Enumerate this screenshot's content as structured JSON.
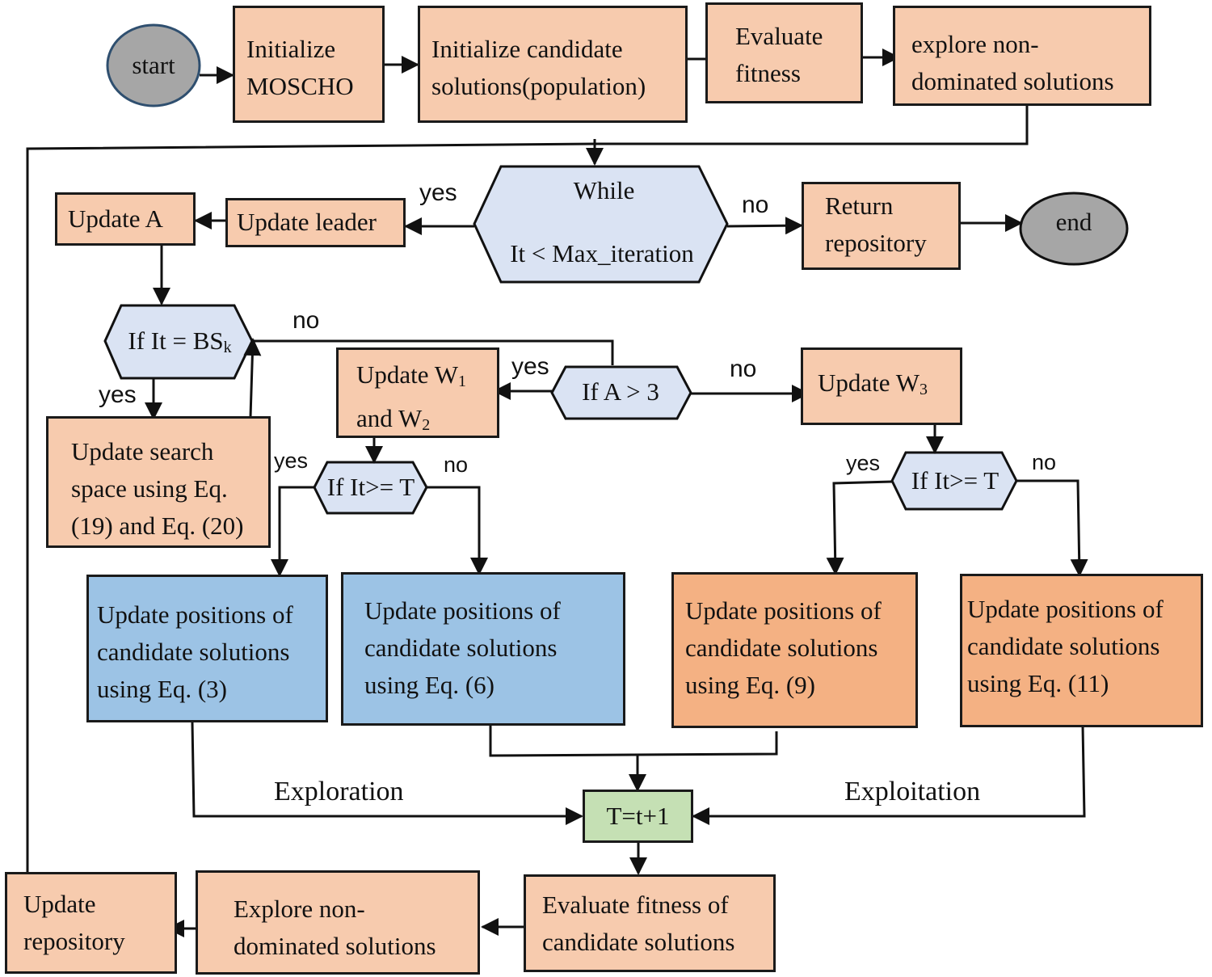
{
  "nodes": {
    "start": "start",
    "end": "end",
    "init_moscho": "Initialize\nMOSCHO",
    "init_candidates": "Initialize candidate\nsolutions(population)",
    "evaluate_fitness": "Evaluate\nfitness",
    "explore_nondominated_top": "explore non-\ndominated solutions",
    "while_line1": "While",
    "while_line2": "It < Max_iteration",
    "return_repository": "Return\nrepository",
    "update_leader": "Update leader",
    "update_a": "Update A",
    "if_bs_prefix": "If It = BS",
    "if_bs_sub": "k",
    "update_search_space": "Update search\nspace using Eq.\n(19) and Eq. (20)",
    "update_w12_line1_prefix": "Update W",
    "update_w12_line1_sub": "1",
    "update_w12_line2_prefix": "and W",
    "update_w12_line2_sub": "2",
    "if_a": "If A > 3",
    "update_w3_prefix": "Update W",
    "update_w3_sub": "3",
    "if_it_t_left": "If It>= T",
    "if_it_t_right": "If It>= T",
    "update_eq3": "Update positions of\ncandidate solutions\nusing Eq. (3)",
    "update_eq6": "Update positions of\ncandidate solutions\nusing Eq. (6)",
    "update_eq9": "Update positions of\ncandidate solutions\nusing Eq. (9)",
    "update_eq11": "Update positions of\ncandidate solutions\nusing Eq. (11)",
    "t_increment": "T=t+1",
    "evaluate_fitness_candidates": "Evaluate fitness of\ncandidate solutions",
    "explore_nondominated_bottom": "Explore non-\ndominated solutions",
    "update_repository": "Update\nrepository"
  },
  "edge_labels": {
    "while_yes": "yes",
    "while_no": "no",
    "bs_no": "no",
    "bs_yes": "yes",
    "a_yes": "yes",
    "a_no": "no",
    "left_t_yes": "yes",
    "left_t_no": "no",
    "right_t_yes": "yes",
    "right_t_no": "no"
  },
  "phase_labels": {
    "exploration": "Exploration",
    "exploitation": "Exploitation"
  },
  "colors": {
    "peach": "#f7cbae",
    "light_blue_decision": "#dae3f3",
    "blue_update": "#9cc3e5",
    "orange_update": "#f4b183",
    "green_counter": "#c5e0b4",
    "terminal_gray": "#a6a6a6",
    "terminal_border": "#2f4f6f"
  }
}
